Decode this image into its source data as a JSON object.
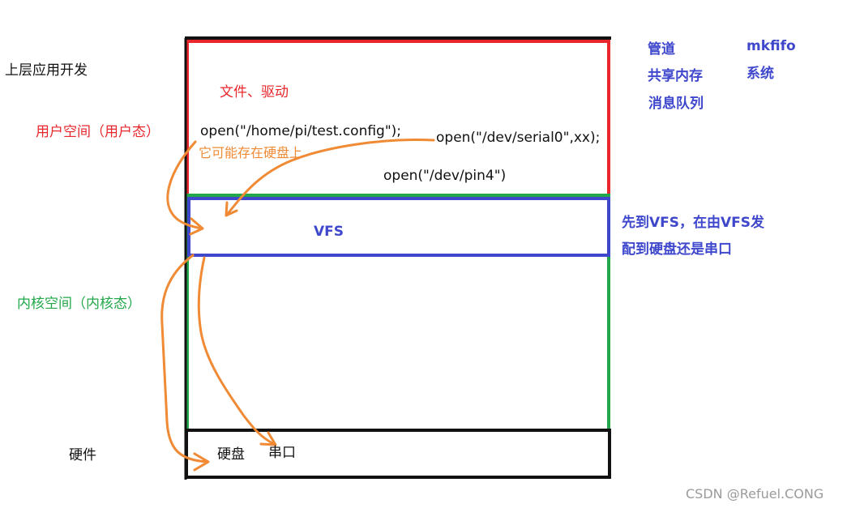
{
  "colors": {
    "user_space": "#e8262b",
    "kernel_space": "#22a84a",
    "vfs": "#3f48cc",
    "hardware": "#111111",
    "arrows": "#f08a35",
    "notes": "#3f48cc"
  },
  "left_labels": {
    "app_dev": "上层应用开发",
    "user_space": "用户空间（用户态）",
    "kernel_space": "内核空间（内核态）",
    "hardware": "硬件"
  },
  "user_box": {
    "title": "文件、驱动",
    "call_config": "open(\"/home/pi/test.config\");",
    "call_serial": "open(\"/dev/serial0\",xx);",
    "call_pin": "open(\"/dev/pin4\")",
    "disk_note": "它可能存在硬盘上"
  },
  "vfs_box": {
    "label": "VFS"
  },
  "hardware_box": {
    "disk": "硬盘",
    "serial": "串口"
  },
  "right_notes": {
    "ipc_col1": [
      "管道",
      "共享内存",
      "消息队列"
    ],
    "ipc_col2": [
      "mkfifo",
      "系统"
    ],
    "vfs_note_line1": "先到VFS，在由VFS发",
    "vfs_note_line2": "配到硬盘还是串口"
  },
  "watermark": "CSDN @Refuel.CONG"
}
